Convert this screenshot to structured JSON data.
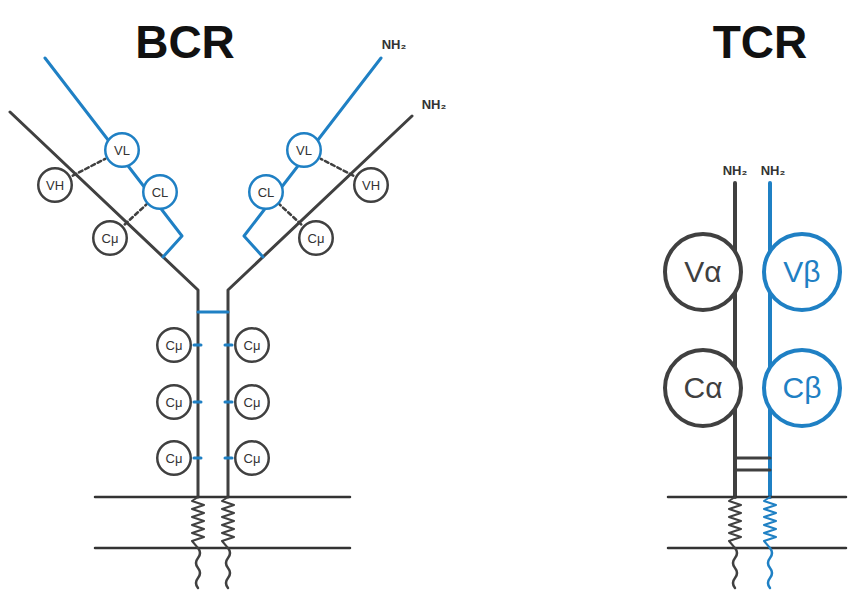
{
  "diagram": {
    "nodes": [
      {
        "text": [
          "VL"
        ]
      },
      {
        "text": [
          "VL"
        ]
      },
      {
        "text": [
          "VH"
        ]
      },
      {
        "text": [
          "CL"
        ]
      },
      {
        "text": [
          "CL"
        ]
      },
      {
        "text": [
          "VH"
        ]
      },
      {
        "text": [
          "Cμ"
        ]
      },
      {
        "text": [
          "Cμ"
        ]
      },
      {
        "text": [
          "Cμ"
        ]
      },
      {
        "text": [
          "Cμ"
        ]
      },
      {
        "text": [
          "Cμ"
        ]
      },
      {
        "text": [
          "Cμ"
        ]
      },
      {
        "text": [
          "Cμ"
        ]
      },
      {
        "text": [
          "Cμ"
        ]
      },
      {
        "text": [
          "Vα"
        ]
      },
      {
        "text": [
          "Vβ"
        ]
      },
      {
        "text": [
          "Cα"
        ]
      },
      {
        "text": [
          "Cβ"
        ]
      }
    ],
    "labels": [
      "BCR",
      "TCR",
      "NH₂",
      "NH₂",
      "NH₂",
      "NH₂"
    ]
  }
}
